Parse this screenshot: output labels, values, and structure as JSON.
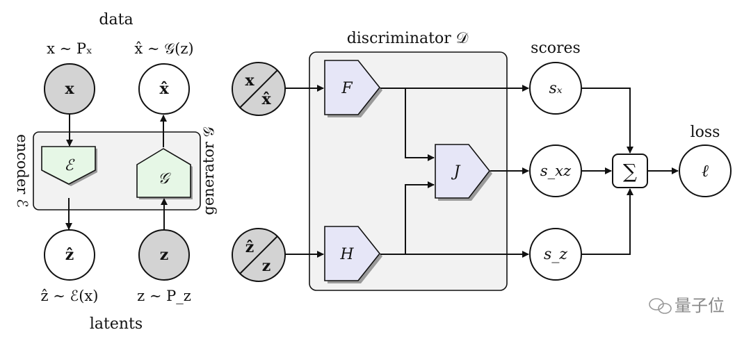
{
  "left_panel": {
    "header": "data",
    "footer": "latents",
    "x_dist": "x ∼ Pₓ",
    "xhat_dist": "x̂ ∼ 𝒢(z)",
    "zhat_dist": "ẑ ∼ ℰ(x)",
    "z_dist": "z ∼ P_z",
    "encoder_label": "encoder ℰ",
    "generator_label": "generator 𝒢",
    "nodes": {
      "x": "x",
      "xhat": "x̂",
      "zhat": "ẑ",
      "z": "z"
    },
    "encoder_symbol": "ℰ",
    "generator_symbol": "𝒢"
  },
  "right_panel": {
    "discriminator_label": "discriminator 𝒟",
    "scores_label": "scores",
    "loss_label": "loss",
    "inputs": {
      "top": {
        "a": "x",
        "b": "x̂"
      },
      "bottom": {
        "a": "ẑ",
        "b": "z"
      }
    },
    "blocks": {
      "F": "F",
      "H": "H",
      "J": "J"
    },
    "scores": {
      "sx": "sₓ",
      "sxz": "s_xz",
      "sz": "s_z"
    },
    "sum": "∑",
    "loss": "ℓ"
  },
  "watermark": "量子位"
}
